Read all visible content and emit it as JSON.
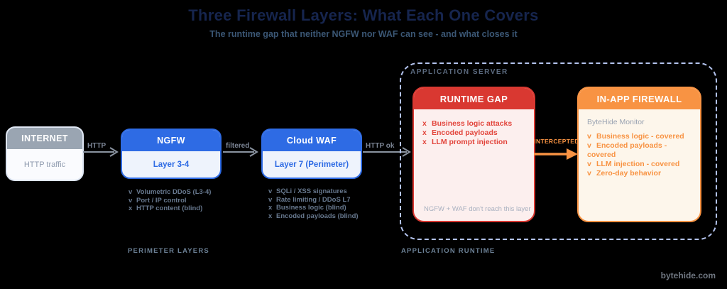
{
  "page": {
    "title": "Three Firewall Layers: What Each One Covers",
    "subtitle": "The runtime gap that neither NGFW nor WAF can see - and what closes it",
    "watermark": "bytehide.com"
  },
  "colors": {
    "background": "#000000",
    "blue": "#2e6be4",
    "red": "#d93831",
    "orange": "#f89343",
    "gray_header": "#9aa5b2",
    "slate_text": "#67788e",
    "dashed_border": "#b3c3ee"
  },
  "flow": {
    "internet": {
      "header": "INTERNET",
      "body": "HTTP traffic"
    },
    "arrow_http": {
      "label": "HTTP"
    },
    "ngfw": {
      "header": "NGFW",
      "body": "Layer 3-4",
      "items": [
        {
          "mark": "v",
          "text": "Volumetric DDoS (L3-4)"
        },
        {
          "mark": "v",
          "text": "Port / IP control"
        },
        {
          "mark": "x",
          "text": "HTTP content (blind)"
        }
      ]
    },
    "arrow_filtered": {
      "label": "filtered"
    },
    "waf": {
      "header": "Cloud WAF",
      "body": "Layer 7 (Perimeter)",
      "items": [
        {
          "mark": "v",
          "text": "SQLi / XSS signatures"
        },
        {
          "mark": "v",
          "text": "Rate limiting / DDoS L7"
        },
        {
          "mark": "x",
          "text": "Business logic (blind)"
        },
        {
          "mark": "x",
          "text": "Encoded payloads (blind)"
        }
      ]
    },
    "arrow_http_ok": {
      "label": "HTTP ok"
    },
    "perimeter_caption": "PERIMETER LAYERS"
  },
  "server": {
    "label": "APPLICATION SERVER",
    "caption": "APPLICATION RUNTIME",
    "runtime_gap": {
      "header": "RUNTIME GAP",
      "items": [
        {
          "mark": "x",
          "text": "Business logic attacks"
        },
        {
          "mark": "x",
          "text": "Encoded payloads"
        },
        {
          "mark": "x",
          "text": "LLM prompt injection"
        }
      ],
      "note": "NGFW + WAF don't reach this layer"
    },
    "arrow_intercepted": {
      "label": "INTERCEPTED"
    },
    "inapp_firewall": {
      "header": "IN-APP FIREWALL",
      "subheader": "ByteHide Monitor",
      "items": [
        {
          "mark": "v",
          "text": "Business logic - covered"
        },
        {
          "mark": "v",
          "text": "Encoded payloads - covered"
        },
        {
          "mark": "v",
          "text": "LLM injection - covered"
        },
        {
          "mark": "v",
          "text": "Zero-day behavior"
        }
      ]
    }
  }
}
